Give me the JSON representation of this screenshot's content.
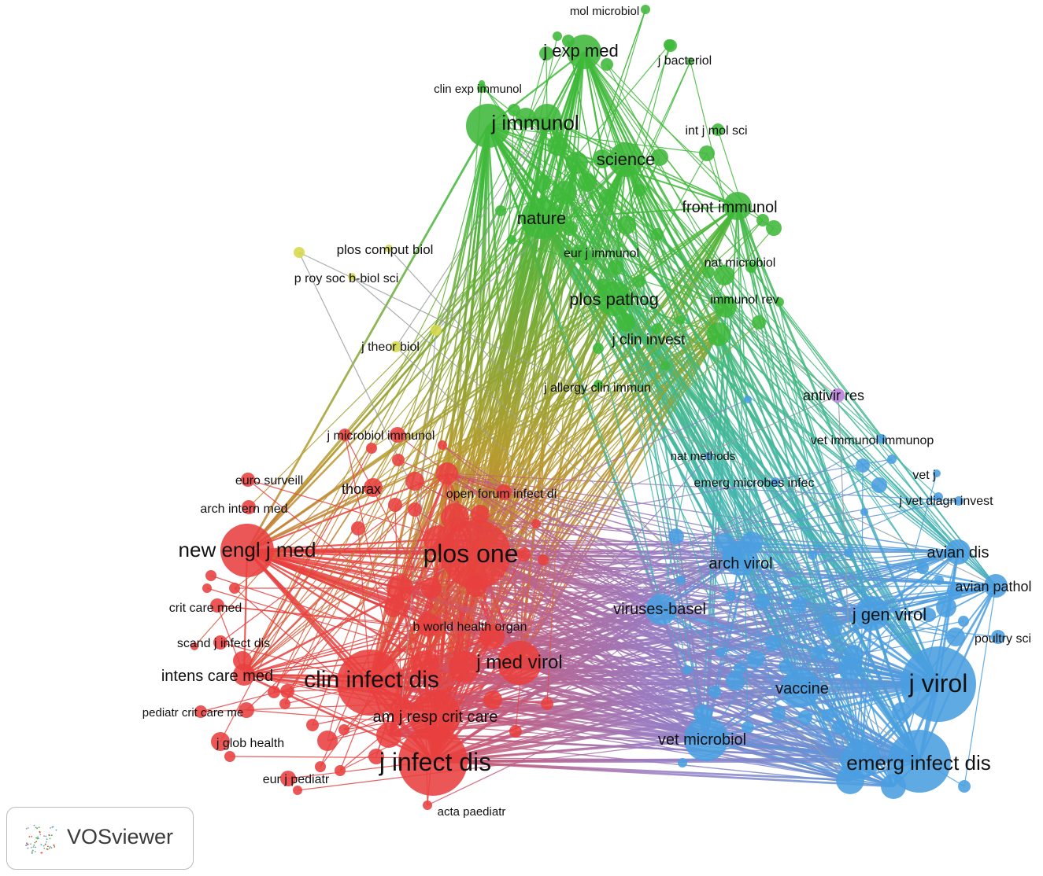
{
  "diagram": {
    "type": "co-citation network",
    "colors": {
      "red": "#e8403f",
      "green": "#3fb83a",
      "blue": "#4a9ee0",
      "yellow": "#d6d84a",
      "purple": "#c08be0"
    },
    "labels": [
      "mol microbiol",
      "j exp med",
      "j bacteriol",
      "clin exp immunol",
      "j immunol",
      "int j mol sci",
      "science",
      "front immunol",
      "nature",
      "plos comput biol",
      "p roy soc b-biol sci",
      "eur j immunol",
      "nat microbiol",
      "plos pathog",
      "immunol rev",
      "j theor biol",
      "j clin invest",
      "j allergy clin immun",
      "antivir res",
      "j microbiol immunol",
      "vet immunol immunop",
      "nat methods",
      "euro surveill",
      "emerg microbes infec",
      "vet j",
      "thorax",
      "open forum infect di",
      "j vet diagn invest",
      "arch intern med",
      "new engl j med",
      "plos one",
      "avian dis",
      "arch virol",
      "avian pathol",
      "crit care med",
      "viruses-basel",
      "j gen virol",
      "b world health organ",
      "scand j infect dis",
      "poultry sci",
      "j med virol",
      "intens care med",
      "clin infect dis",
      "j virol",
      "vaccine",
      "pediatr crit care me",
      "am j resp crit care",
      "j glob health",
      "vet microbiol",
      "j infect dis",
      "emerg infect dis",
      "eur j pediatr",
      "acta paediatr"
    ]
  },
  "brand": {
    "name": "VOSviewer"
  }
}
